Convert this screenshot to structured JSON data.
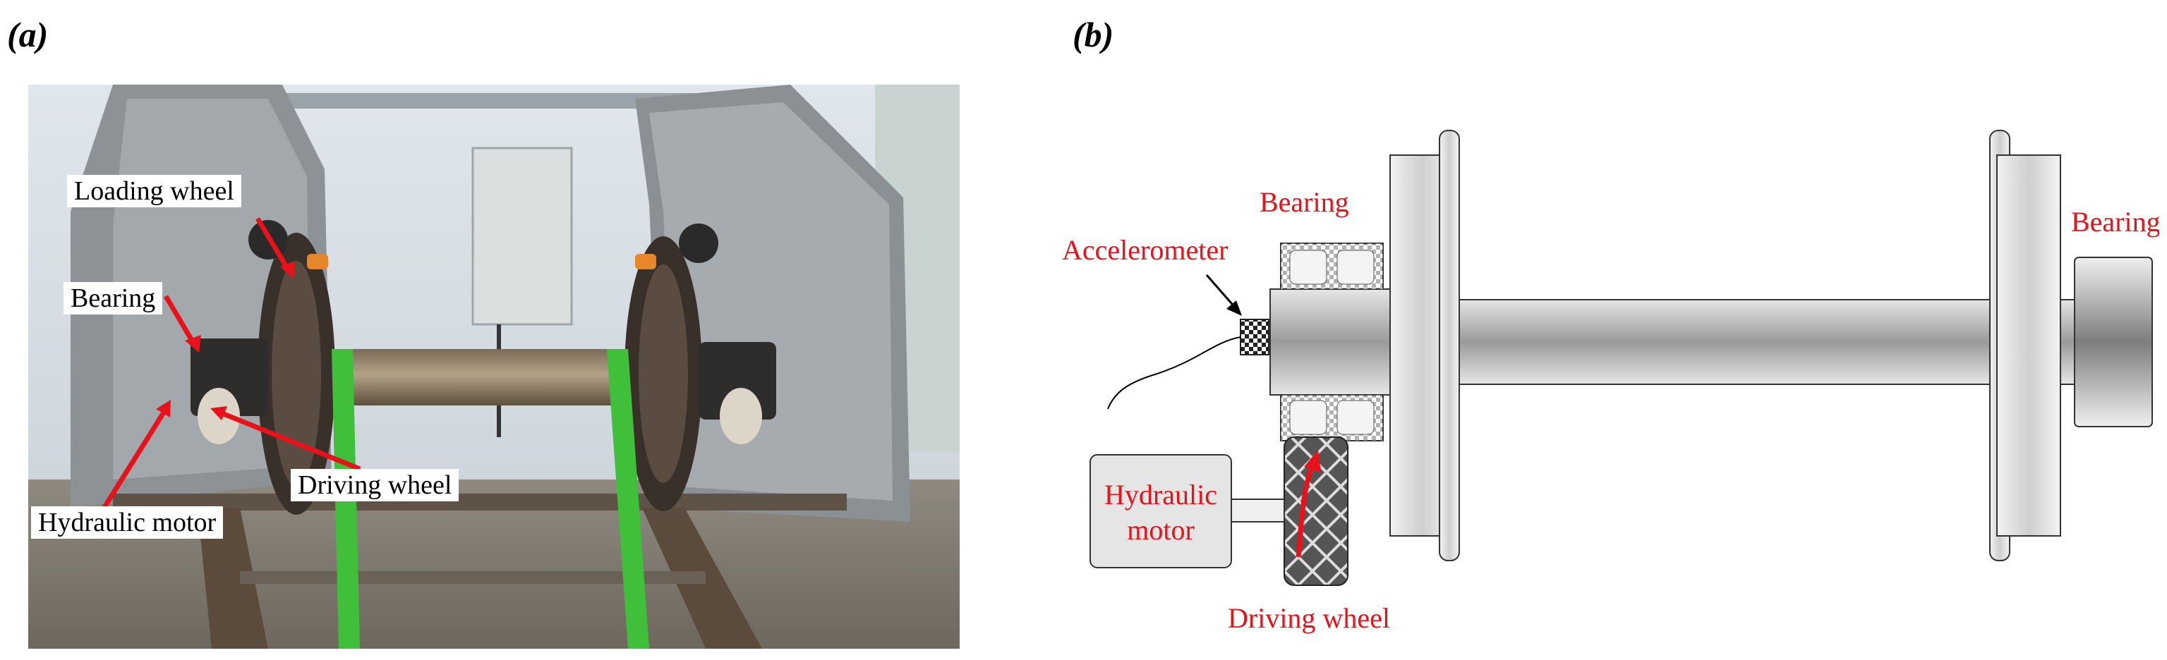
{
  "panel_a": {
    "label": "(a)",
    "callouts": {
      "loading_wheel": "Loading wheel",
      "bearing": "Bearing",
      "hydraulic_motor": "Hydraulic motor",
      "driving_wheel": "Driving wheel"
    }
  },
  "panel_b": {
    "label": "(b)",
    "labels": {
      "bearing_left": "Bearing",
      "bearing_right": "Bearing",
      "accelerometer": "Accelerometer",
      "hydraulic_motor_line1": "Hydraulic",
      "hydraulic_motor_line2": "motor",
      "driving_wheel": "Driving wheel"
    },
    "colors": {
      "label": "#e8121a",
      "pointer": "#000000"
    }
  }
}
